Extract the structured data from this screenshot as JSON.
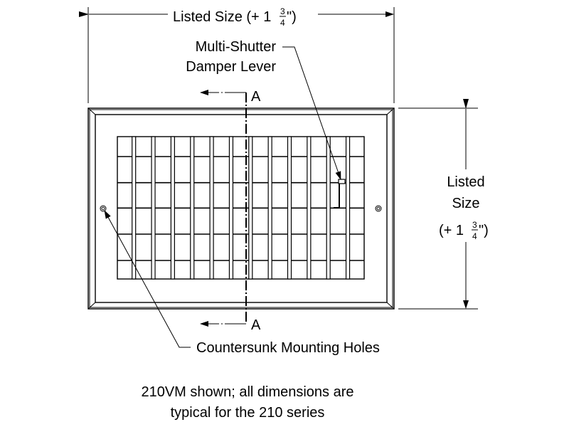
{
  "width_dimension": {
    "prefix": "Listed Size (+ 1",
    "numerator": "3",
    "denominator": "4",
    "suffix": "\")"
  },
  "height_dimension": {
    "line1": "Listed",
    "line2": "Size",
    "prefix": "(+ 1",
    "numerator": "3",
    "denominator": "4",
    "suffix": "\")"
  },
  "lever_label": {
    "line1": "Multi-Shutter",
    "line2": "Damper Lever"
  },
  "holes_label": "Countersunk Mounting Holes",
  "section_marks": {
    "top": "A",
    "bottom": "A"
  },
  "caption": {
    "line1": "210VM shown; all dimensions are",
    "line2": "typical for the 210 series"
  }
}
